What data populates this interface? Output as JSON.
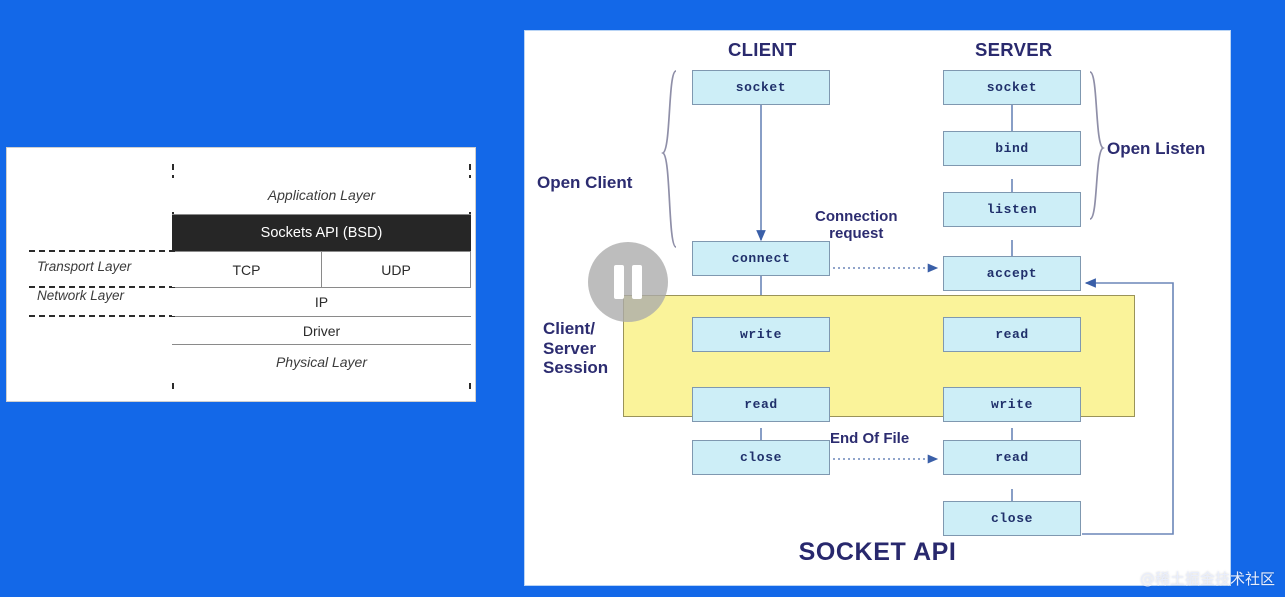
{
  "background_color": "#1368e8",
  "left_figure": {
    "name": "tcp-ip-layer-stack",
    "side_labels": [
      {
        "text": "Transport Layer"
      },
      {
        "text": "Network Layer"
      }
    ],
    "rows": [
      {
        "text": "Application Layer",
        "style": "italic"
      },
      {
        "text": "Sockets API (BSD)",
        "style": "inverted"
      },
      {
        "text": "TCP",
        "style": "plain"
      },
      {
        "text": "UDP",
        "style": "plain"
      },
      {
        "text": "IP",
        "style": "plain"
      },
      {
        "text": "Driver",
        "style": "plain"
      },
      {
        "text": "Physical Layer",
        "style": "italic"
      }
    ]
  },
  "right_figure": {
    "name": "socket-api-flow",
    "title": "SOCKET API",
    "columns": [
      {
        "heading": "CLIENT"
      },
      {
        "heading": "SERVER"
      }
    ],
    "client_nodes": [
      {
        "label": "socket"
      },
      {
        "label": "connect"
      },
      {
        "label": "write"
      },
      {
        "label": "read"
      },
      {
        "label": "close"
      }
    ],
    "server_nodes": [
      {
        "label": "socket"
      },
      {
        "label": "bind"
      },
      {
        "label": "listen"
      },
      {
        "label": "accept"
      },
      {
        "label": "read"
      },
      {
        "label": "write"
      },
      {
        "label": "read"
      },
      {
        "label": "close"
      }
    ],
    "group_labels": [
      {
        "text": "Open Client"
      },
      {
        "text": "Open Listen"
      },
      {
        "text_line1": "Client/",
        "text_line2": "Server",
        "text_line3": "Session"
      }
    ],
    "edge_labels": [
      {
        "line1": "Connection",
        "line2": "request"
      },
      {
        "line1": "End Of File"
      }
    ],
    "colors": {
      "node_fill": "#cdeef7",
      "node_border": "#7f98b0",
      "node_text": "#20306b",
      "session_fill": "#faf39a",
      "session_border": "#9a9359",
      "arrow": "#3a5fa8",
      "heading": "#2a2a6e"
    }
  },
  "overlay": {
    "pause_icon": "pause-icon"
  },
  "watermark": {
    "text": "@稀土掘金技术社区"
  }
}
